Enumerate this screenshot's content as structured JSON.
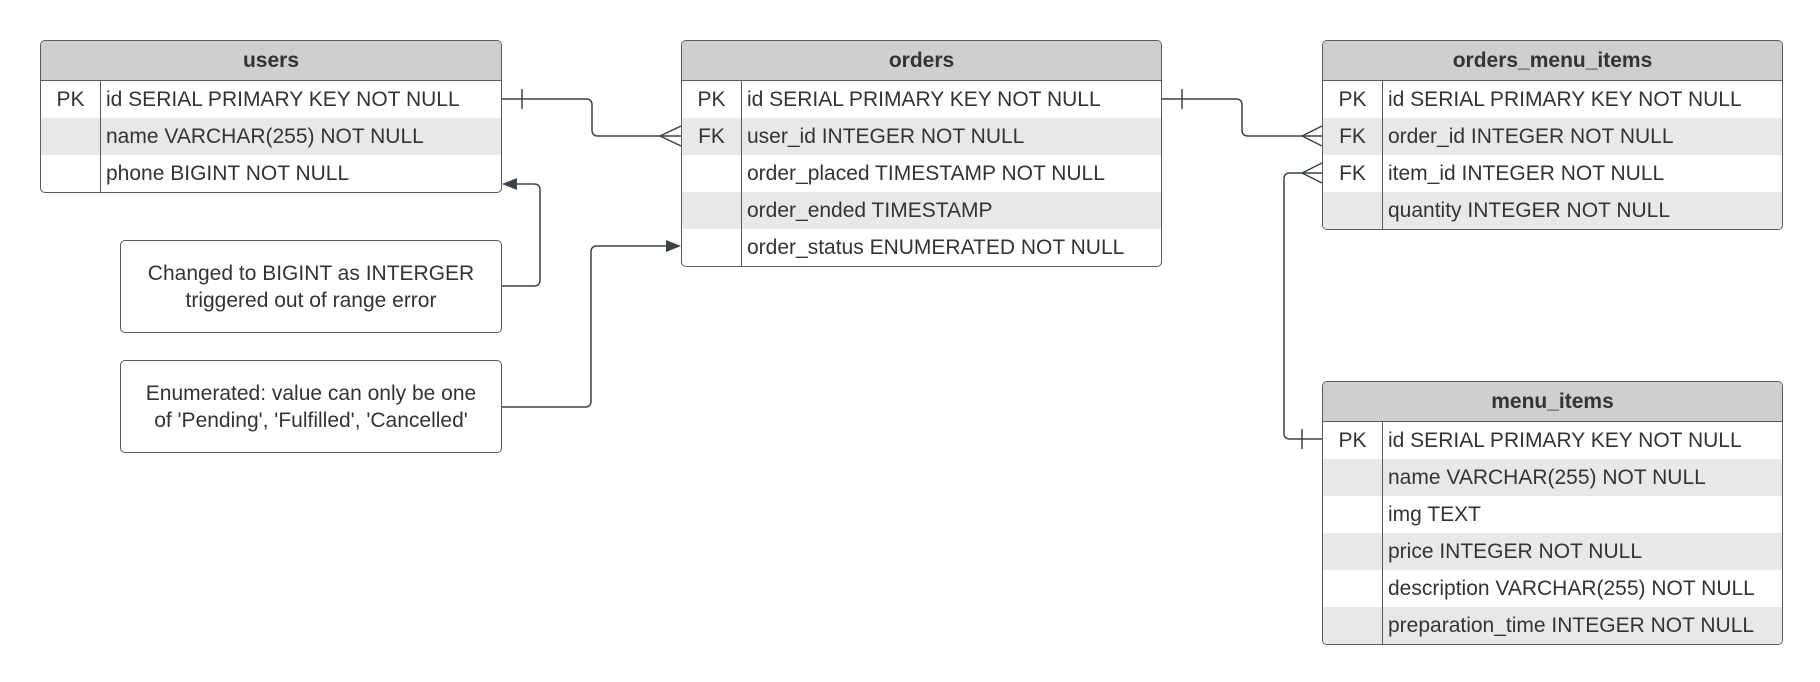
{
  "entities": {
    "users": {
      "title": "users",
      "rows": [
        {
          "key": "PK",
          "field": "id SERIAL PRIMARY KEY NOT NULL"
        },
        {
          "key": "",
          "field": "name VARCHAR(255) NOT NULL"
        },
        {
          "key": "",
          "field": "phone BIGINT NOT NULL"
        }
      ]
    },
    "orders": {
      "title": "orders",
      "rows": [
        {
          "key": "PK",
          "field": "id SERIAL PRIMARY KEY NOT NULL"
        },
        {
          "key": "FK",
          "field": "user_id INTEGER NOT NULL"
        },
        {
          "key": "",
          "field": "order_placed TIMESTAMP NOT NULL"
        },
        {
          "key": "",
          "field": "order_ended TIMESTAMP"
        },
        {
          "key": "",
          "field": "order_status ENUMERATED NOT NULL"
        }
      ]
    },
    "orders_menu_items": {
      "title": "orders_menu_items",
      "rows": [
        {
          "key": "PK",
          "field": "id SERIAL PRIMARY KEY NOT NULL"
        },
        {
          "key": "FK",
          "field": "order_id INTEGER NOT NULL"
        },
        {
          "key": "FK",
          "field": "item_id INTEGER NOT NULL"
        },
        {
          "key": "",
          "field": "quantity INTEGER NOT NULL"
        }
      ]
    },
    "menu_items": {
      "title": "menu_items",
      "rows": [
        {
          "key": "PK",
          "field": "id SERIAL PRIMARY KEY NOT NULL"
        },
        {
          "key": "",
          "field": "name VARCHAR(255) NOT NULL"
        },
        {
          "key": "",
          "field": "img TEXT"
        },
        {
          "key": "",
          "field": "price INTEGER NOT NULL"
        },
        {
          "key": "",
          "field": "description VARCHAR(255) NOT NULL"
        },
        {
          "key": "",
          "field": "preparation_time INTEGER NOT NULL"
        }
      ]
    }
  },
  "notes": {
    "phone_note": {
      "lines": [
        "Changed to BIGINT as INTERGER",
        "triggered out of range error"
      ]
    },
    "status_note": {
      "lines": [
        "Enumerated: value can only be one",
        "of 'Pending', 'Fulfilled', 'Cancelled'"
      ]
    }
  },
  "colors": {
    "line": "#3d4248",
    "border": "#5a5a5a",
    "header_bg": "#cfcfcf",
    "row_shade": "#e8e8e8"
  }
}
